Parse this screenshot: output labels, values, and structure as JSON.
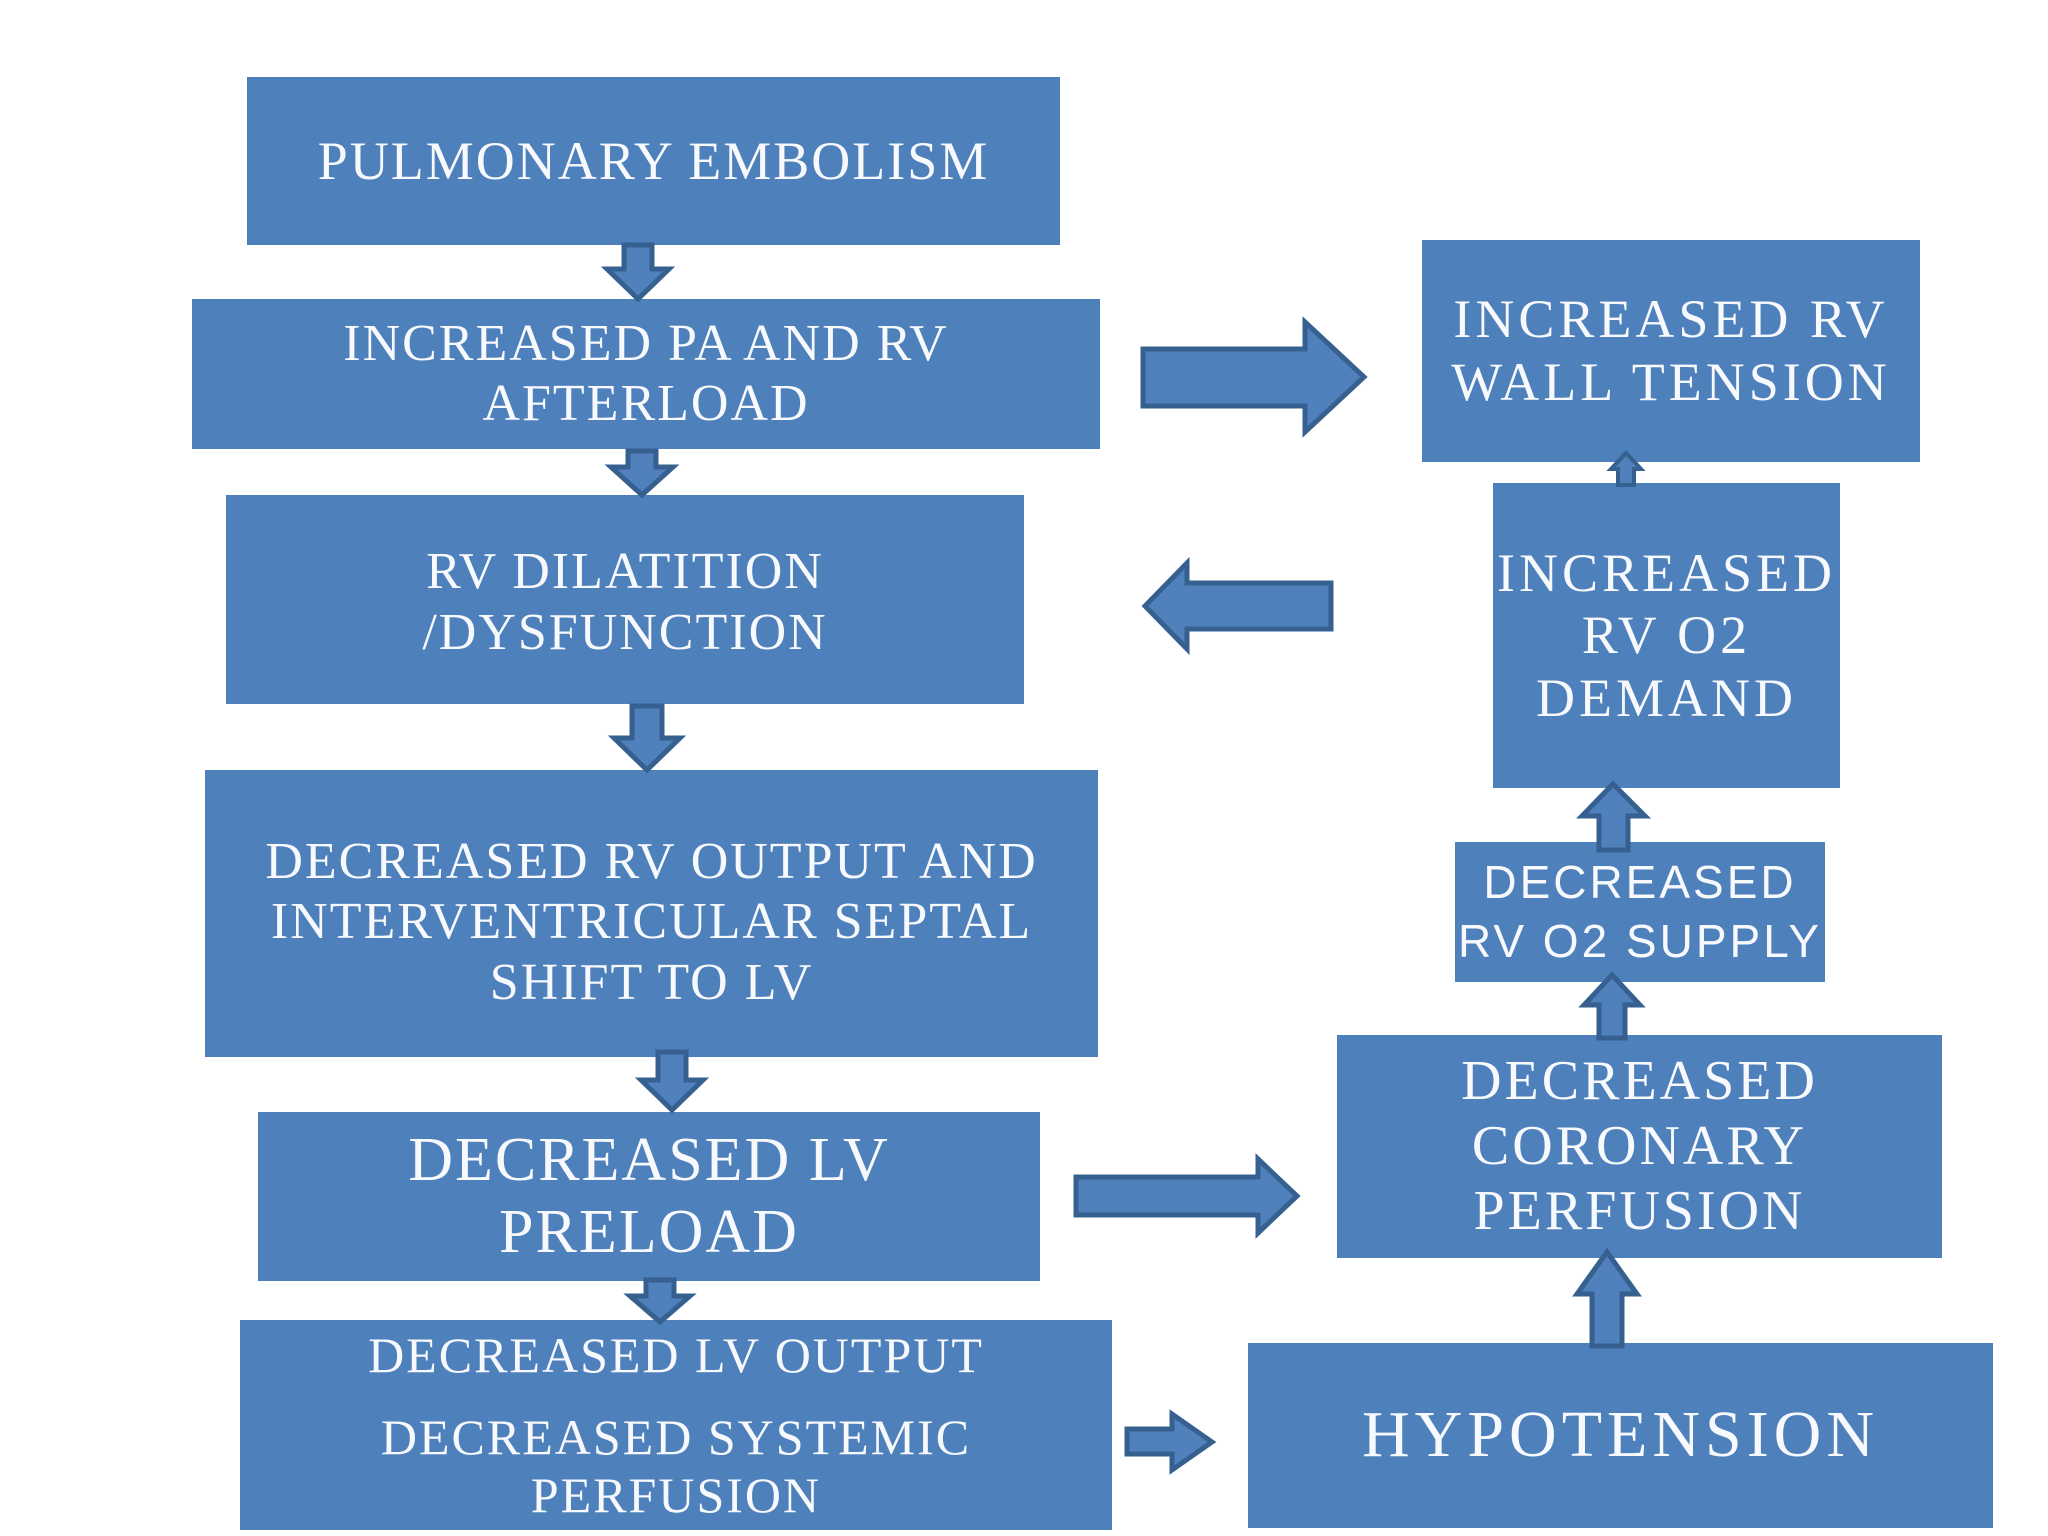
{
  "colors": {
    "background": "#ffffff",
    "box_fill": "#4e80bc",
    "arrow_fill": "#5081bd",
    "arrow_outline": "#36608f",
    "text_color": "#f7f9fc"
  },
  "boxes": {
    "pulmonary_embolism": {
      "lines": [
        "PULMONARY EMBOLISM"
      ]
    },
    "increased_pa_rv_afterload": {
      "lines": [
        "INCREASED PA AND RV",
        "AFTERLOAD"
      ]
    },
    "rv_dilatition_dysfunction": {
      "lines": [
        "RV DILATITION",
        "/DYSFUNCTION"
      ]
    },
    "decreased_rv_output_septal_shift": {
      "lines": [
        "DECREASED RV OUTPUT AND",
        "INTERVENTRICULAR SEPTAL",
        "SHIFT TO LV"
      ]
    },
    "decreased_lv_preload": {
      "lines": [
        "DECREASED LV",
        "PRELOAD"
      ]
    },
    "decreased_lv_output_systemic_perfusion": {
      "lines": [
        "DECREASED LV OUTPUT",
        "DECREASED SYSTEMIC",
        "PERFUSION"
      ]
    },
    "increased_rv_wall_tension": {
      "lines": [
        "INCREASED RV",
        "WALL TENSION"
      ]
    },
    "increased_rv_o2_demand": {
      "lines": [
        "INCREASED",
        "RV O2",
        "DEMAND"
      ]
    },
    "decreased_rv_o2_supply": {
      "lines": [
        "DECREASED",
        "RV O2 SUPPLY"
      ]
    },
    "decreased_coronary_perfusion": {
      "lines": [
        "DECREASED",
        "CORONARY",
        "PERFUSION"
      ]
    },
    "hypotension": {
      "lines": [
        "HYPOTENSION"
      ]
    }
  },
  "connections": [
    {
      "from": "pulmonary_embolism",
      "to": "increased_pa_rv_afterload",
      "direction": "down"
    },
    {
      "from": "increased_pa_rv_afterload",
      "to": "rv_dilatition_dysfunction",
      "direction": "down"
    },
    {
      "from": "rv_dilatition_dysfunction",
      "to": "decreased_rv_output_septal_shift",
      "direction": "down"
    },
    {
      "from": "decreased_rv_output_septal_shift",
      "to": "decreased_lv_preload",
      "direction": "down"
    },
    {
      "from": "decreased_lv_preload",
      "to": "decreased_lv_output_systemic_perfusion",
      "direction": "down"
    },
    {
      "from": "increased_pa_rv_afterload",
      "to": "increased_rv_wall_tension",
      "direction": "right"
    },
    {
      "from": "increased_rv_o2_demand",
      "to": "rv_dilatition_dysfunction",
      "direction": "left"
    },
    {
      "from": "increased_rv_o2_demand",
      "to": "increased_rv_wall_tension",
      "direction": "up"
    },
    {
      "from": "decreased_rv_o2_supply",
      "to": "increased_rv_o2_demand",
      "direction": "up"
    },
    {
      "from": "decreased_coronary_perfusion",
      "to": "decreased_rv_o2_supply",
      "direction": "up"
    },
    {
      "from": "hypotension",
      "to": "decreased_coronary_perfusion",
      "direction": "up"
    },
    {
      "from": "decreased_lv_preload",
      "to": "decreased_coronary_perfusion",
      "direction": "right"
    },
    {
      "from": "decreased_lv_output_systemic_perfusion",
      "to": "hypotension",
      "direction": "right"
    }
  ]
}
